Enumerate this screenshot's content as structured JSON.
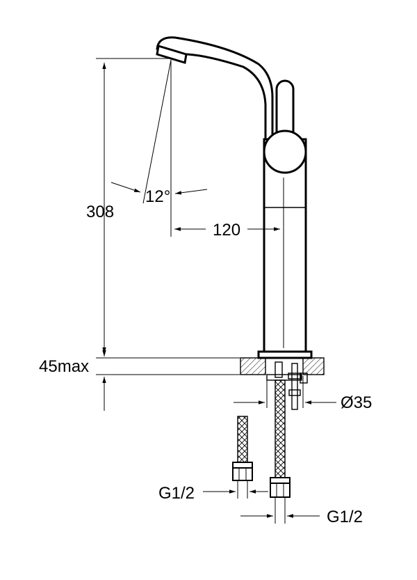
{
  "labels": {
    "total_height": "308",
    "spout_angle": "12°",
    "spout_reach": "120",
    "deck_thickness": "45max",
    "hole_diameter": "Ø35",
    "hose_thread_left": "G1/2",
    "hose_thread_right": "G1/2"
  }
}
